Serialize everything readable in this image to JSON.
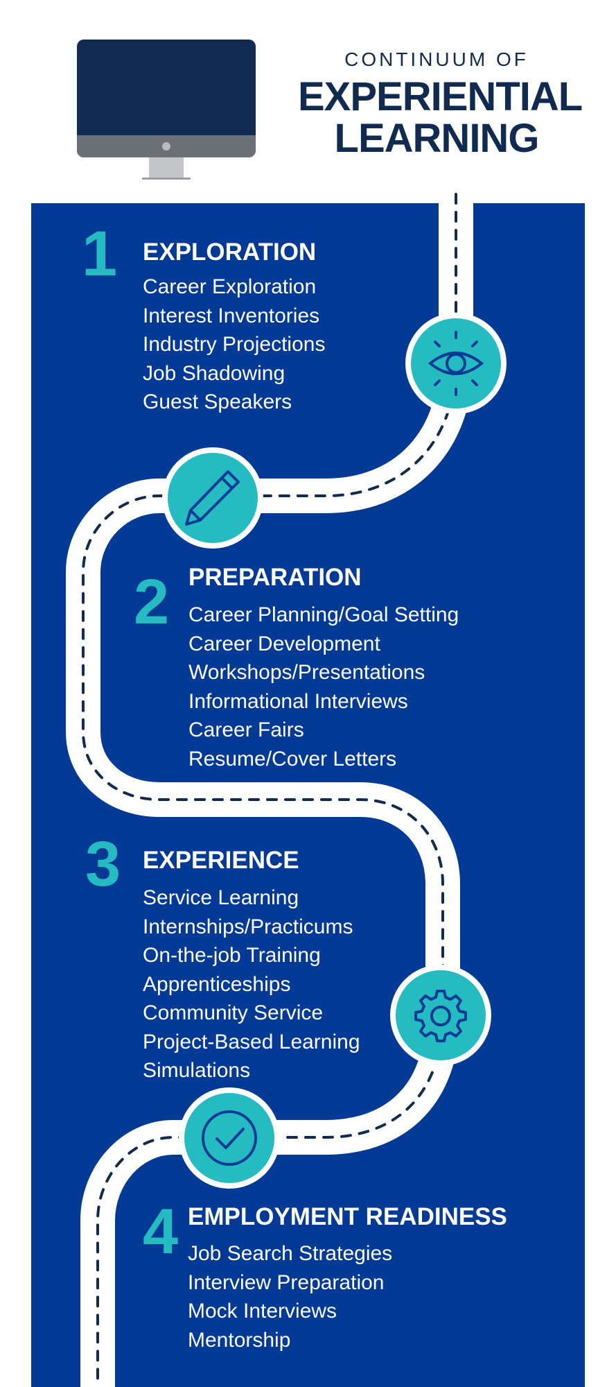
{
  "header": {
    "title_small": "CONTINUUM OF",
    "title_line1": "EXPERIENTIAL",
    "title_line2": "LEARNING"
  },
  "colors": {
    "panel": "#033a96",
    "accent": "#25bcc1",
    "navy": "#112a4f",
    "road": "#ffffff"
  },
  "icons": [
    "eye-icon",
    "pencil-icon",
    "gear-icon",
    "checkmark-icon",
    "monitor-icon"
  ],
  "sections": [
    {
      "number": "1",
      "title": "EXPLORATION",
      "items": [
        "Career Exploration",
        "Interest Inventories",
        "Industry Projections",
        "Job Shadowing",
        "Guest Speakers"
      ]
    },
    {
      "number": "2",
      "title": "PREPARATION",
      "items": [
        "Career Planning/Goal Setting",
        "Career Development",
        "Workshops/Presentations",
        "Informational Interviews",
        "Career Fairs",
        "Resume/Cover Letters"
      ]
    },
    {
      "number": "3",
      "title": "EXPERIENCE",
      "items": [
        "Service Learning",
        "Internships/Practicums",
        "On-the-job Training",
        "Apprenticeships",
        "Community Service",
        "Project-Based Learning",
        "Simulations"
      ]
    },
    {
      "number": "4",
      "title": "EMPLOYMENT READINESS",
      "items": [
        "Job Search Strategies",
        "Interview Preparation",
        "Mock Interviews",
        "Mentorship"
      ]
    }
  ]
}
